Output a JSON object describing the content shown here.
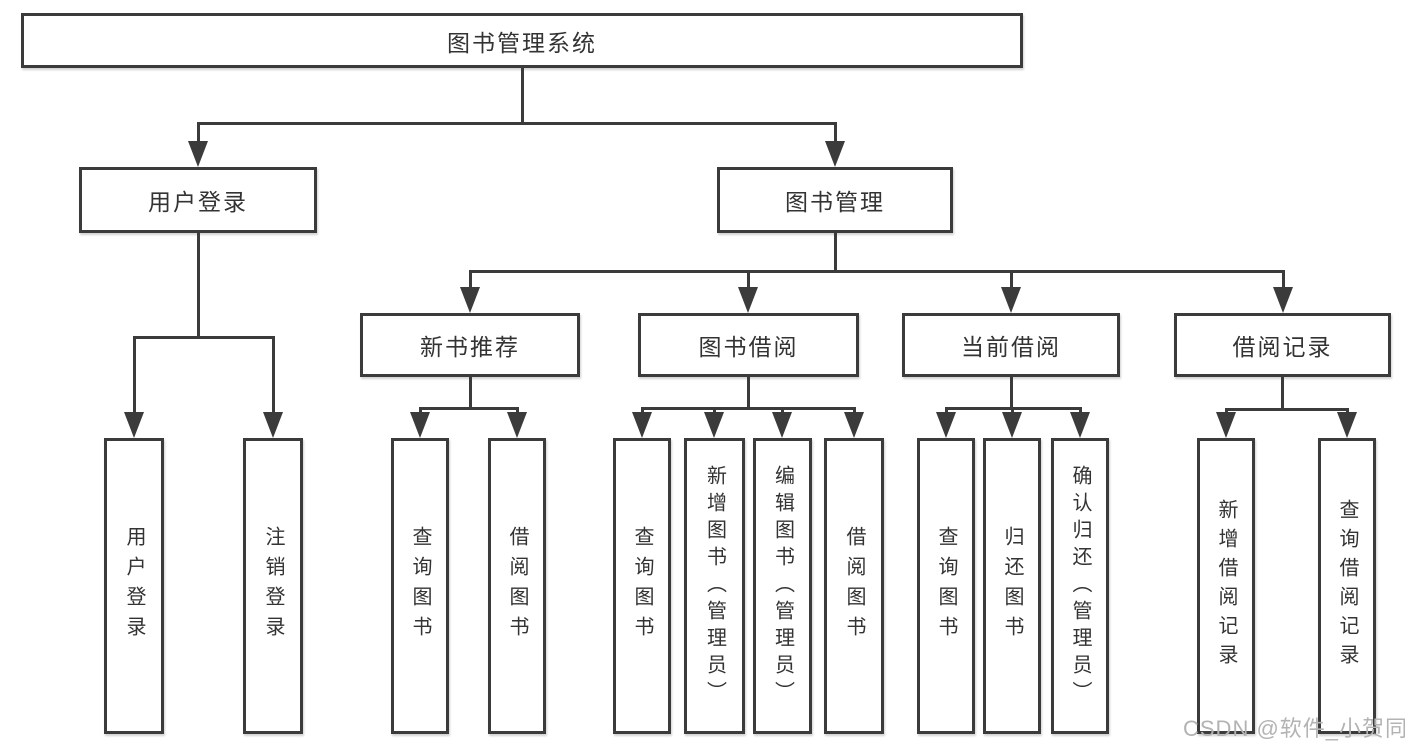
{
  "diagram": {
    "title": "图书管理系统",
    "level2": {
      "user_login": {
        "label": "用户登录",
        "children": {
          "login": "用户登录",
          "logout": "注销登录"
        }
      },
      "book_mgmt": {
        "label": "图书管理",
        "children": {
          "new_book_rec": {
            "label": "新书推荐",
            "children": {
              "query_books": "查询图书",
              "borrow_books": "借阅图书"
            }
          },
          "book_borrow": {
            "label": "图书借阅",
            "children": {
              "query_books": "查询图书",
              "add_books": "新增图书（管理员）",
              "edit_books": "编辑图书（管理员）",
              "borrow_books": "借阅图书"
            }
          },
          "current_borrow": {
            "label": "当前借阅",
            "children": {
              "query_books": "查询图书",
              "return_books": "归还图书",
              "confirm_return": "确认归还（管理员）"
            }
          },
          "borrow_records": {
            "label": "借阅记录",
            "children": {
              "add_record": "新增借阅记录",
              "query_record": "查询借阅记录"
            }
          }
        }
      }
    }
  },
  "watermark": "CSDN @软件_小贺同学",
  "colors": {
    "line": "#3b3b3b",
    "box_border": "#3b3b3b",
    "text": "#333333",
    "watermark": "#b3b3b3",
    "background": "#ffffff"
  }
}
